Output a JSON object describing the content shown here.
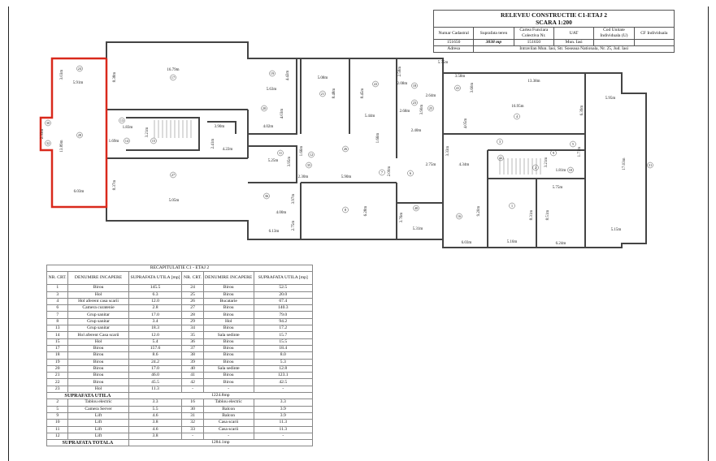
{
  "title_block": {
    "title": "RELEVEU CONSTRUCTIE C1-ETAJ 2",
    "scale": "SCARA 1:200",
    "headers": [
      "Numar Cadastral",
      "Suprafata teren",
      "Cartea Funciara Colectiva Nr.",
      "UAT",
      "Cod Unitate Individuala (U)",
      "CF Individuala"
    ],
    "values": [
      "151650",
      "3038 mp",
      "151650",
      "Mun. Iasi",
      "",
      ""
    ],
    "address_label": "Adresa",
    "address": "Intravilan Mun. Iasi, Str. Soseaua Nationala, Nr. 25, Jud. Iasi"
  },
  "plan": {
    "highlight_color": "#d9291c",
    "dimensions": [
      "16.79m",
      "5.91m",
      "3.03m",
      "13.89m",
      "6.03m",
      "8.38m",
      "8.37m",
      "3.90m",
      "4.22m",
      "2.41m",
      "5.05m",
      "3.21m",
      "1.83m",
      "1.69m",
      "2.33m",
      "5.63m",
      "4.42m",
      "5.08m",
      "8.48m",
      "8.45m",
      "5.44m",
      "4.02m",
      "4.03m",
      "2.08m",
      "2.58m",
      "5.75m",
      "2.64m",
      "2.68m",
      "3.90m",
      "2.40m",
      "5.25m",
      "3.95m",
      "2.30m",
      "5.90m",
      "4.00m",
      "6.13m",
      "6.28m",
      "5.31m",
      "2.75m",
      "3.76m",
      "1.66m",
      "1.66m",
      "2.00m",
      "3.97m",
      "2.75m",
      "3.58m",
      "3.60m",
      "13.38m",
      "16.95m",
      "6.39m",
      "4.05m",
      "5.95m",
      "3.33m",
      "4.34m",
      "1.81m",
      "3.21m",
      "1.71m",
      "5.75m",
      "9.20m",
      "8.31m",
      "8.51m",
      "6.03m",
      "5.16m",
      "6.24m",
      "5.15m",
      "17.03m"
    ],
    "rooms": [
      "24",
      "28",
      "30",
      "17",
      "27",
      "14",
      "15",
      "13",
      "19",
      "20",
      "21",
      "22",
      "26",
      "18",
      "23",
      "25",
      "11",
      "12",
      "35",
      "36",
      "8",
      "7",
      "6",
      "40",
      "41",
      "4",
      "3",
      "42",
      "5",
      "31",
      "32",
      "2",
      "1",
      "9",
      "10",
      "16"
    ]
  },
  "recap": {
    "title": "RECAPITULATIE C1 - ETAJ 2",
    "headers": [
      "NR. CRT.",
      "DENUMIRE INCAPERE",
      "SUPRAFATA UTILA [mp]",
      "NR. CRT.",
      "DENUMIRE INCAPERE",
      "SUPRAFATA UTILA [mp]"
    ],
    "rows": [
      [
        "1",
        "Birou",
        "145.5",
        "24",
        "Birou",
        "52.5"
      ],
      [
        "3",
        "Hol",
        "6.3",
        "25",
        "Birou",
        "20.0"
      ],
      [
        "4",
        "Hol aferent casa scarii",
        "12.0",
        "26",
        "Bucatarie",
        "67.4"
      ],
      [
        "6",
        "Camera curatenie",
        "2.8",
        "27",
        "Birou",
        "140.3"
      ],
      [
        "7",
        "Grup sanitar",
        "17.0",
        "28",
        "Birou",
        "79.0"
      ],
      [
        "8",
        "Grup sanitar",
        "3.4",
        "29",
        "Hol",
        "94.2"
      ],
      [
        "13",
        "Grup sanitar",
        "18.3",
        "34",
        "Birou",
        "17.2"
      ],
      [
        "14",
        "Hol aferent Casa scarii",
        "12.0",
        "35",
        "Sala sedinte",
        "15.7"
      ],
      [
        "15",
        "Hol",
        "5.4",
        "36",
        "Birou",
        "15.5"
      ],
      [
        "17",
        "Birou",
        "157.6",
        "37",
        "Birou",
        "18.4"
      ],
      [
        "18",
        "Birou",
        "8.6",
        "38",
        "Birou",
        "8.0"
      ],
      [
        "19",
        "Birou",
        "24.2",
        "39",
        "Birou",
        "5.3"
      ],
      [
        "20",
        "Birou",
        "17.0",
        "40",
        "Sala sedinte",
        "12.8"
      ],
      [
        "21",
        "Birou",
        "46.0",
        "41",
        "Birou",
        "123.1"
      ],
      [
        "22",
        "Birou",
        "45.5",
        "42",
        "Birou",
        "42.5"
      ],
      [
        "23",
        "Hol",
        "11.3",
        "-",
        "-",
        "-"
      ]
    ],
    "useful_label": "SUPRAFATA UTILA",
    "useful_value": "1224.8mp",
    "rows2": [
      [
        "2",
        "Tablou electric",
        "3.3",
        "16",
        "Tablou electric",
        "3.3"
      ],
      [
        "5",
        "Camera Server",
        "5.5",
        "30",
        "Balcon",
        "3.9"
      ],
      [
        "9",
        "Lift",
        "4.6",
        "31",
        "Balcon",
        "3.9"
      ],
      [
        "10",
        "Lift",
        "3.8",
        "32",
        "Casa scarii",
        "11.3"
      ],
      [
        "11",
        "Lift",
        "4.6",
        "33",
        "Casa scarii",
        "11.3"
      ],
      [
        "12",
        "Lift",
        "3.8",
        "-",
        "-",
        "-"
      ]
    ],
    "total_label": "SUPRAFATA TOTALA",
    "total_value": "1284.1mp"
  }
}
